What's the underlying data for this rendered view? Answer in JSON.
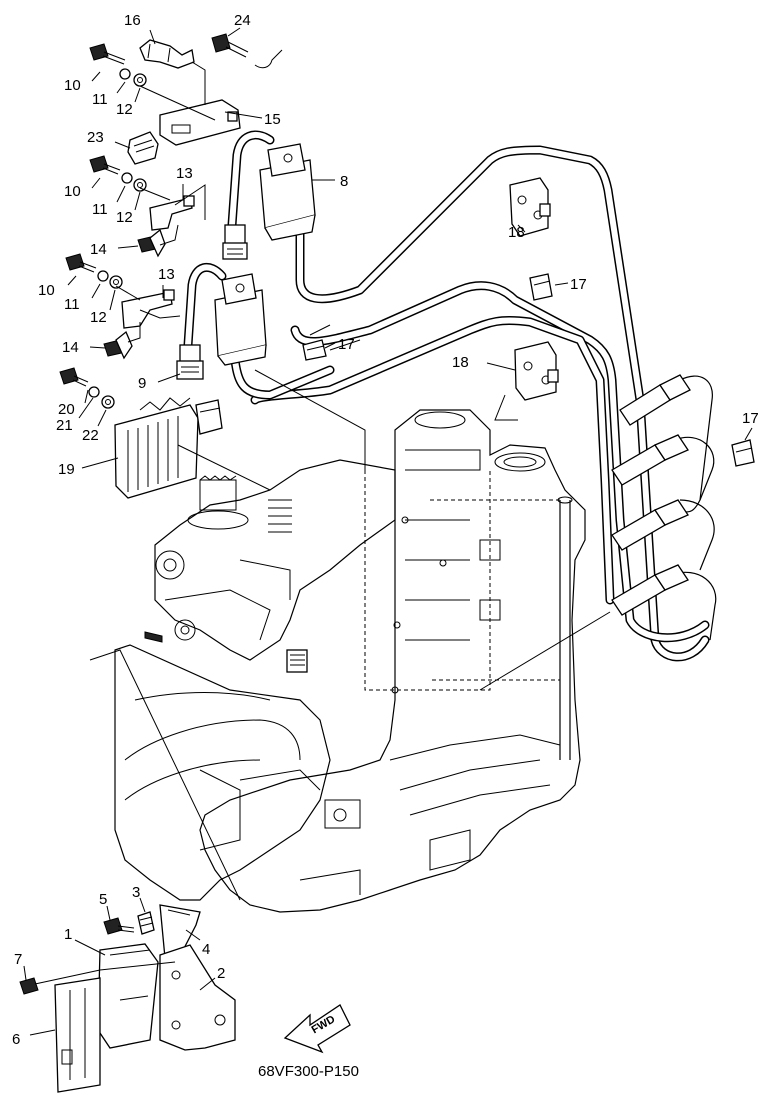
{
  "diagram_code": "68VF300-P150",
  "fwd_label": "FWD",
  "callouts": {
    "c1": "1",
    "c2": "2",
    "c3": "3",
    "c4": "4",
    "c5": "5",
    "c6": "6",
    "c7": "7",
    "c8": "8",
    "c9": "9",
    "c10a": "10",
    "c10b": "10",
    "c10c": "10",
    "c11a": "11",
    "c11b": "11",
    "c11c": "11",
    "c12a": "12",
    "c12b": "12",
    "c12c": "12",
    "c13a": "13",
    "c13b": "13",
    "c14a": "14",
    "c14b": "14",
    "c15": "15",
    "c16": "16",
    "c17a": "17",
    "c17b": "17",
    "c17c": "17",
    "c18a": "18",
    "c18b": "18",
    "c19": "19",
    "c20": "20",
    "c21": "21",
    "c22": "22",
    "c23": "23",
    "c24": "24"
  }
}
